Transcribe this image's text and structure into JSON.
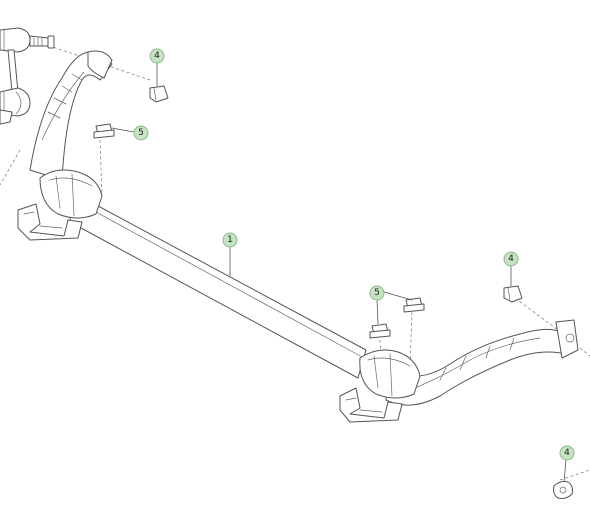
{
  "callouts": [
    {
      "id": "c1",
      "label": "1"
    },
    {
      "id": "c4a",
      "label": "4"
    },
    {
      "id": "c4b",
      "label": "4"
    },
    {
      "id": "c4c",
      "label": "4"
    },
    {
      "id": "c5a",
      "label": "5"
    },
    {
      "id": "c5b",
      "label": "5"
    }
  ],
  "colors": {
    "callout_fill": "#c5e2c2",
    "callout_stroke": "#8fb98c",
    "line": "#555555"
  }
}
